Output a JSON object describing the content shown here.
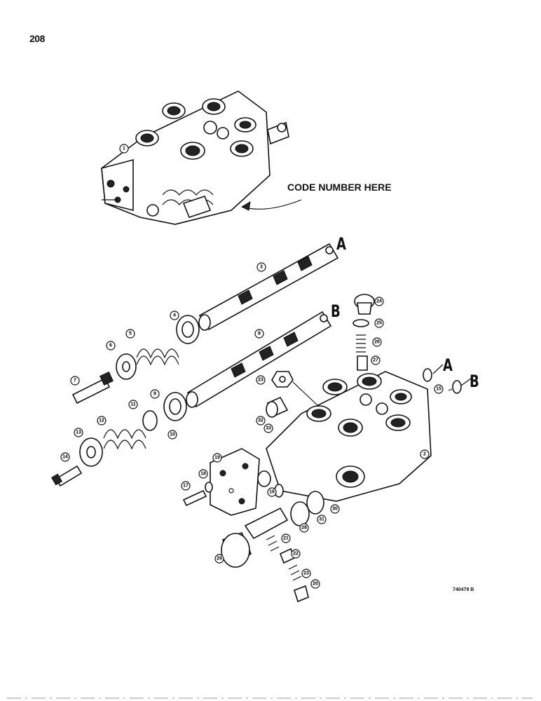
{
  "page_number": "208",
  "code_label": "CODE NUMBER HERE",
  "letters": {
    "a_top": "A",
    "b_top": "B",
    "a_right": "A",
    "b_right": "B"
  },
  "figure_id": "740479 B",
  "callouts": [
    "1",
    "2",
    "3",
    "4",
    "5",
    "6",
    "7",
    "8",
    "9",
    "10",
    "11",
    "12",
    "13",
    "14",
    "15",
    "16",
    "17",
    "18",
    "19",
    "20",
    "21",
    "22",
    "23",
    "24",
    "25",
    "26",
    "27",
    "28",
    "29",
    "30",
    "31",
    "32",
    "33"
  ]
}
